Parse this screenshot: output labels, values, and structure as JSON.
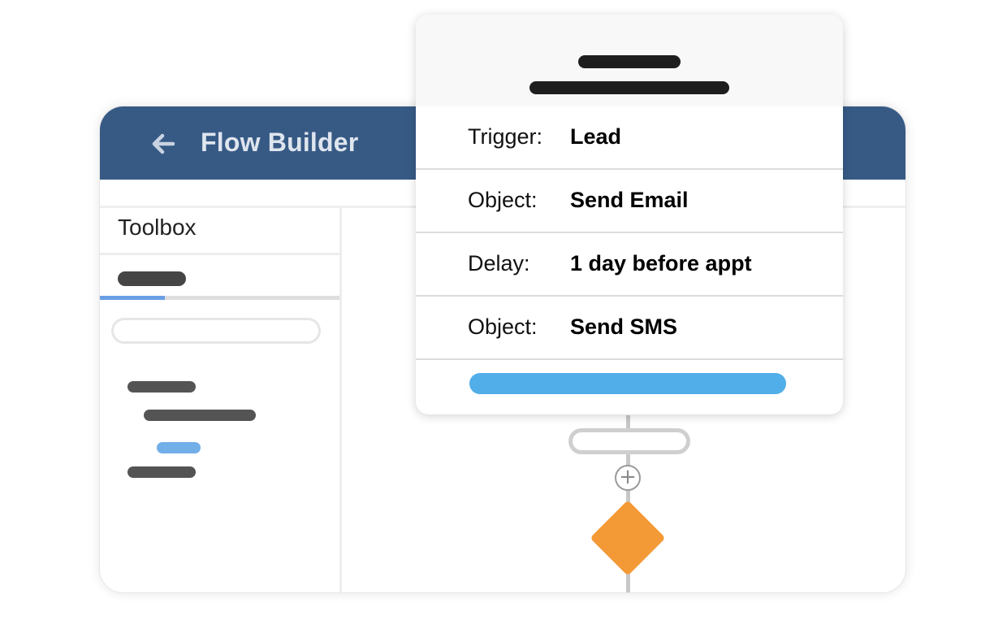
{
  "app": {
    "title": "Flow Builder",
    "back_icon": "arrow-left-icon",
    "header_color": "#375a85"
  },
  "sidebar": {
    "title": "Toolbox",
    "active_tab_color": "#6a9ee6",
    "search": {
      "placeholder": "",
      "value": ""
    },
    "tree_items": [
      {
        "indent": 0,
        "color": "#545454"
      },
      {
        "indent": 1,
        "color": "#545454"
      },
      {
        "indent": 2,
        "color": "#72aee8",
        "selected": true
      },
      {
        "indent": 0,
        "color": "#545454"
      }
    ]
  },
  "canvas": {
    "plus_icon": "+",
    "decision_color": "#f39a36"
  },
  "detail_card": {
    "rows": [
      {
        "label": "Trigger:",
        "value": "Lead"
      },
      {
        "label": "Object:",
        "value": "Send Email"
      },
      {
        "label": "Delay:",
        "value": "1 day before appt"
      },
      {
        "label": "Object:",
        "value": "Send SMS"
      }
    ],
    "action_button_color": "#51aee8"
  }
}
